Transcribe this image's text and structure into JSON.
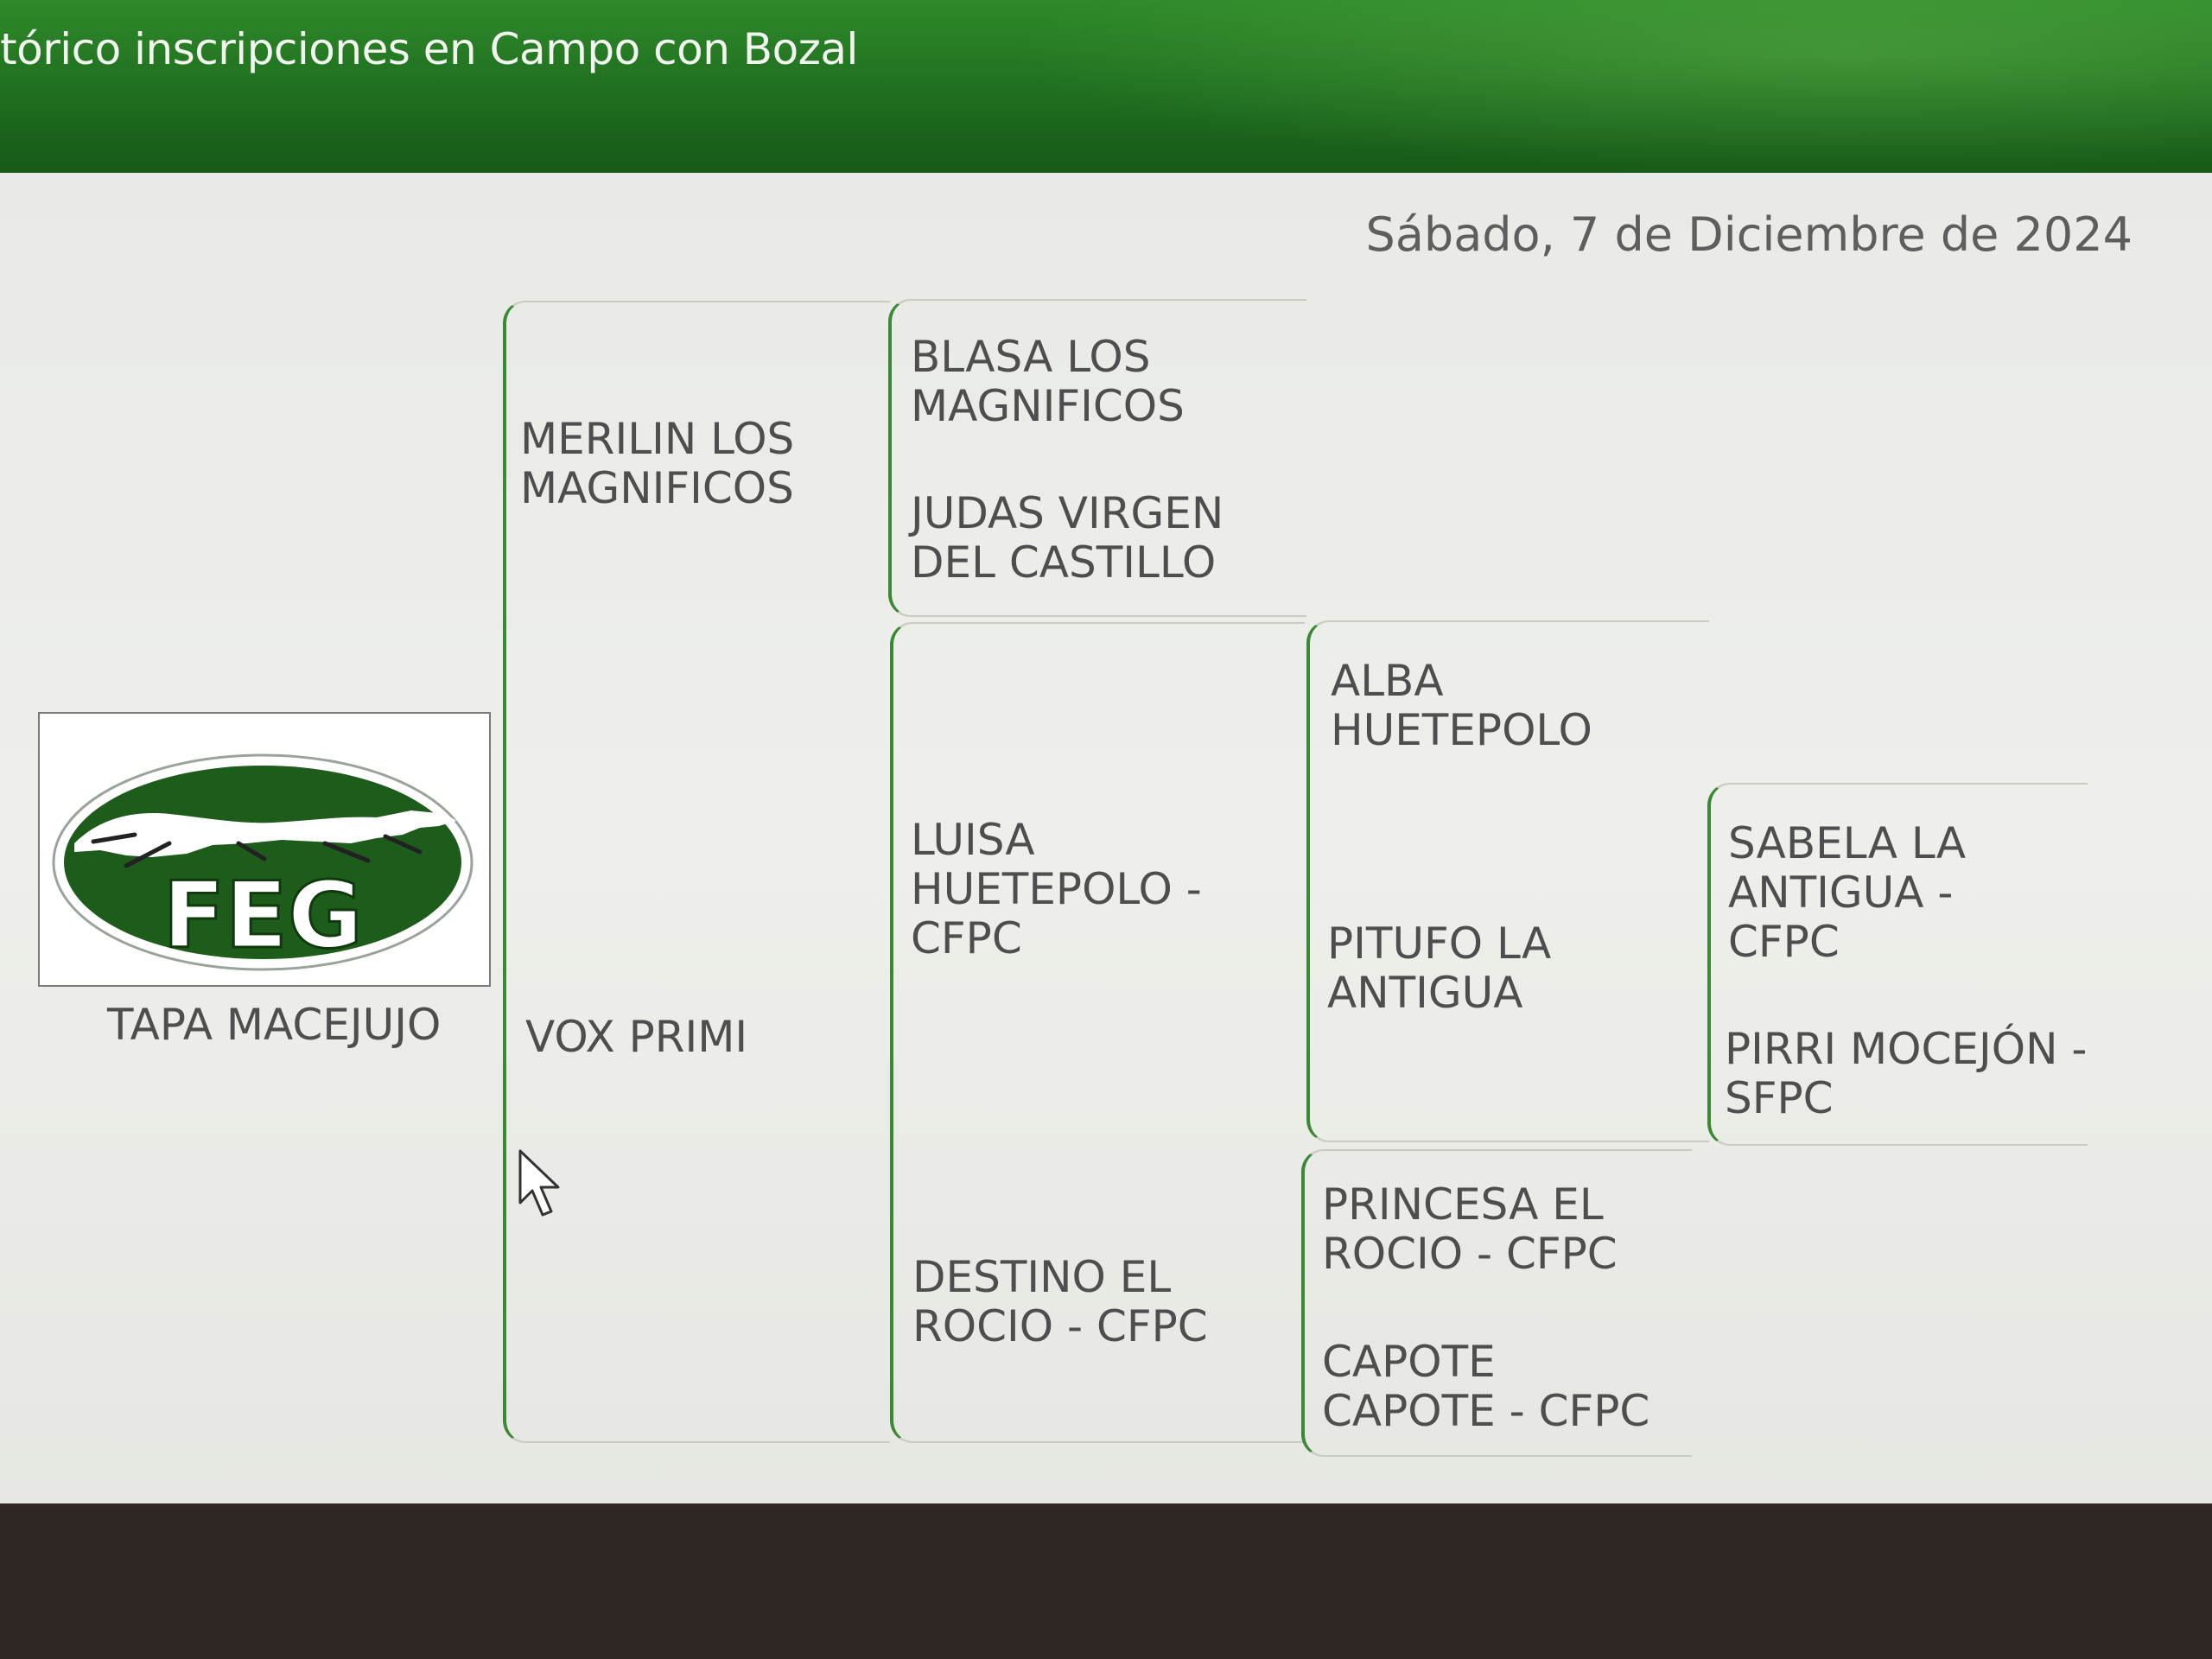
{
  "header": {
    "title": "tórico inscripciones en Campo con Bozal"
  },
  "date": "Sábado, 7 de Diciembre de 2024",
  "logo": {
    "text": "FEG",
    "icon": "greyhound-logo-icon"
  },
  "dog": "TAPA MACEJUJO",
  "pedigree": {
    "sire_of_dog": "MERILIN LOS MAGNIFICOS",
    "dam_of_dog": "VOX PRIMI",
    "gen2": {
      "merilin_sire": "BLASA LOS MAGNIFICOS",
      "merilin_dam": "JUDAS VIRGEN DEL CASTILLO",
      "vox_sire": "LUISA HUETEPOLO - CFPC",
      "vox_dam": "DESTINO EL ROCIO - CFPC"
    },
    "gen3": {
      "luisa_sire": "ALBA HUETEPOLO",
      "luisa_dam": "PITUFO LA ANTIGUA",
      "destino_sire": "PRINCESA EL ROCIO - CFPC",
      "destino_dam": "CAPOTE CAPOTE - CFPC"
    },
    "gen4": {
      "pitufo_sire": "SABELA LA ANTIGUA - CFPC",
      "pitufo_dam": "PIRRI MOCEJÓN - SFPC"
    }
  },
  "colors": {
    "header_green": "#1f6e1f",
    "bracket_green": "#3a8a35",
    "logo_green": "#1e5c1c"
  }
}
